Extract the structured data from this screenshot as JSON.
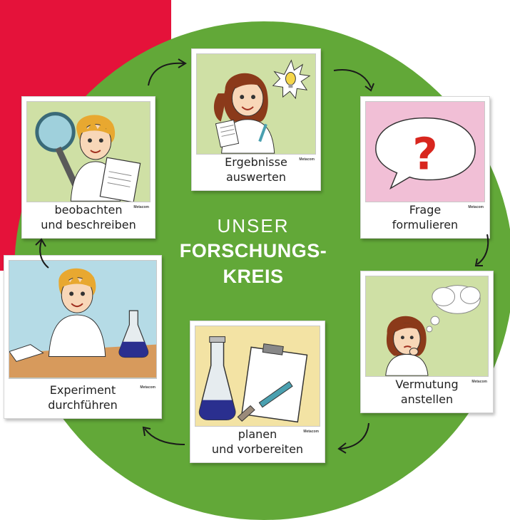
{
  "center": {
    "line1": "UNSER",
    "line2": "FORSCHUNGS-",
    "line3": "KREIS"
  },
  "colors": {
    "circle": "#62a838",
    "red_background": "#e5123a",
    "card_bg": "#ffffff"
  },
  "watermark": "Metacom",
  "steps": [
    {
      "line1": "Ergebnisse",
      "line2": "auswerten",
      "icon": "girl-lightbulb-icon"
    },
    {
      "line1": "Frage",
      "line2": "formulieren",
      "icon": "question-bubble-icon"
    },
    {
      "line1": "Vermutung",
      "line2": "anstellen",
      "icon": "girl-thinking-icon"
    },
    {
      "line1": "planen",
      "line2": "und vorbereiten",
      "icon": "flask-clipboard-icon"
    },
    {
      "line1": "Experiment",
      "line2": "durchführen",
      "icon": "boy-experiment-icon"
    },
    {
      "line1": "beobachten",
      "line2": "und beschreiben",
      "icon": "boy-magnifier-icon"
    }
  ]
}
